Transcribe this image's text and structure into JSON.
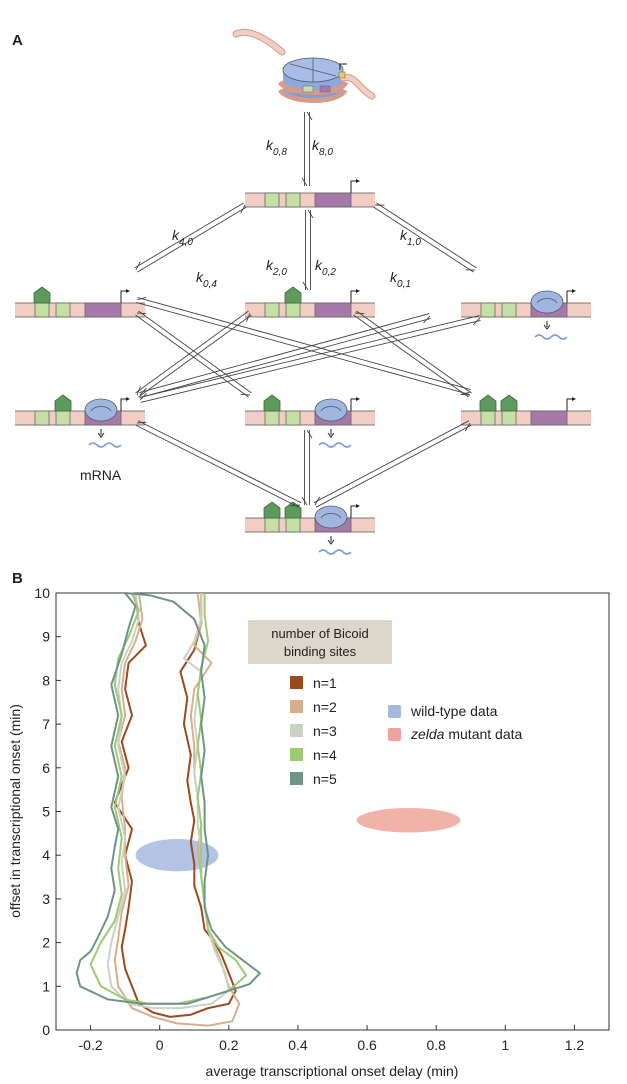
{
  "panels": {
    "a_label": "A",
    "b_label": "B"
  },
  "panel_a": {
    "rates": [
      {
        "k": "k",
        "sub": "0,8",
        "id": "k08"
      },
      {
        "k": "k",
        "sub": "8,0",
        "id": "k80"
      },
      {
        "k": "k",
        "sub": "4,0",
        "id": "k40"
      },
      {
        "k": "k",
        "sub": "0,4",
        "id": "k04"
      },
      {
        "k": "k",
        "sub": "2,0",
        "id": "k20"
      },
      {
        "k": "k",
        "sub": "0,2",
        "id": "k02"
      },
      {
        "k": "k",
        "sub": "1,0",
        "id": "k10"
      },
      {
        "k": "k",
        "sub": "0,1",
        "id": "k01"
      }
    ],
    "mrna_label": "mRNA",
    "colors": {
      "dna": "#f2cdc4",
      "site": "#c5e0a5",
      "promoter": "#a779a9",
      "bicoid": "#5e9a5e",
      "polymerase": "#9fb7e0",
      "mrna": "#7da0d8"
    }
  },
  "chart_data": {
    "type": "line",
    "title": "",
    "xlabel": "average transcriptional onset delay (min)",
    "ylabel": "offset in transcriptional onset (min)",
    "xlim": [
      -0.3,
      1.3
    ],
    "ylim": [
      0,
      10
    ],
    "xticks": [
      -0.2,
      0,
      0.2,
      0.4,
      0.6,
      0.8,
      1,
      1.2
    ],
    "xtick_labels": [
      "-0.2",
      "0",
      "0.2",
      "0.4",
      "0.6",
      "0.8",
      "1",
      "1.2"
    ],
    "yticks": [
      0,
      1,
      2,
      3,
      4,
      5,
      6,
      7,
      8,
      9,
      10
    ],
    "ytick_labels": [
      "0",
      "1",
      "2",
      "3",
      "4",
      "5",
      "6",
      "7",
      "8",
      "9",
      "10"
    ],
    "grid": false,
    "legend_title": "number of Bicoid binding sites",
    "legend_title_lines": [
      "number of Bicoid",
      "binding sites"
    ],
    "legend_placement": "top-center",
    "series": [
      {
        "name": "n=1",
        "color": "#9b4a1c",
        "points": [
          [
            -0.07,
            10
          ],
          [
            -0.06,
            9.3
          ],
          [
            -0.04,
            8.8
          ],
          [
            -0.09,
            8.4
          ],
          [
            -0.1,
            7.8
          ],
          [
            -0.08,
            7.2
          ],
          [
            -0.11,
            6.6
          ],
          [
            -0.09,
            6.0
          ],
          [
            -0.13,
            5.2
          ],
          [
            -0.08,
            4.6
          ],
          [
            -0.1,
            4.0
          ],
          [
            -0.08,
            3.4
          ],
          [
            -0.09,
            2.8
          ],
          [
            -0.1,
            2.3
          ],
          [
            -0.11,
            1.9
          ],
          [
            -0.1,
            1.4
          ],
          [
            -0.08,
            1.0
          ],
          [
            -0.06,
            0.6
          ],
          [
            -0.02,
            0.4
          ],
          [
            0.03,
            0.3
          ],
          [
            0.09,
            0.35
          ],
          [
            0.14,
            0.5
          ],
          [
            0.2,
            0.6
          ],
          [
            0.22,
            0.9
          ],
          [
            0.2,
            1.3
          ],
          [
            0.18,
            1.7
          ],
          [
            0.16,
            2.0
          ],
          [
            0.13,
            2.3
          ],
          [
            0.12,
            2.8
          ],
          [
            0.1,
            3.3
          ],
          [
            0.1,
            3.8
          ],
          [
            0.09,
            4.3
          ],
          [
            0.1,
            4.8
          ],
          [
            0.09,
            5.2
          ],
          [
            0.08,
            5.7
          ],
          [
            0.09,
            6.3
          ],
          [
            0.07,
            7.0
          ],
          [
            0.08,
            7.6
          ],
          [
            0.06,
            8.2
          ],
          [
            0.1,
            8.7
          ],
          [
            0.12,
            9.3
          ],
          [
            0.12,
            10
          ]
        ]
      },
      {
        "name": "n=2",
        "color": "#d9ae8d",
        "points": [
          [
            -0.06,
            10
          ],
          [
            -0.05,
            9.4
          ],
          [
            -0.07,
            8.9
          ],
          [
            -0.1,
            8.4
          ],
          [
            -0.11,
            7.8
          ],
          [
            -0.1,
            7.2
          ],
          [
            -0.12,
            6.6
          ],
          [
            -0.1,
            6.0
          ],
          [
            -0.11,
            5.3
          ],
          [
            -0.1,
            4.6
          ],
          [
            -0.1,
            4.0
          ],
          [
            -0.09,
            3.3
          ],
          [
            -0.11,
            2.7
          ],
          [
            -0.12,
            2.1
          ],
          [
            -0.13,
            1.6
          ],
          [
            -0.12,
            1.0
          ],
          [
            -0.08,
            0.5
          ],
          [
            -0.02,
            0.3
          ],
          [
            0.05,
            0.15
          ],
          [
            0.14,
            0.1
          ],
          [
            0.21,
            0.2
          ],
          [
            0.23,
            0.6
          ],
          [
            0.2,
            1.0
          ],
          [
            0.18,
            1.5
          ],
          [
            0.16,
            1.9
          ],
          [
            0.14,
            2.3
          ],
          [
            0.13,
            2.9
          ],
          [
            0.12,
            3.5
          ],
          [
            0.11,
            4.1
          ],
          [
            0.12,
            4.7
          ],
          [
            0.11,
            5.3
          ],
          [
            0.1,
            5.9
          ],
          [
            0.1,
            6.5
          ],
          [
            0.09,
            7.2
          ],
          [
            0.1,
            7.8
          ],
          [
            0.15,
            8.4
          ],
          [
            0.1,
            8.8
          ],
          [
            0.12,
            9.3
          ],
          [
            0.11,
            10
          ]
        ]
      },
      {
        "name": "n=3",
        "color": "#c8d3c5",
        "points": [
          [
            -0.07,
            10
          ],
          [
            -0.06,
            9.4
          ],
          [
            -0.08,
            8.9
          ],
          [
            -0.11,
            8.4
          ],
          [
            -0.12,
            7.8
          ],
          [
            -0.11,
            7.2
          ],
          [
            -0.12,
            6.5
          ],
          [
            -0.1,
            5.8
          ],
          [
            -0.12,
            5.1
          ],
          [
            -0.1,
            4.4
          ],
          [
            -0.11,
            3.8
          ],
          [
            -0.1,
            3.2
          ],
          [
            -0.12,
            2.6
          ],
          [
            -0.14,
            2.0
          ],
          [
            -0.15,
            1.5
          ],
          [
            -0.14,
            1.0
          ],
          [
            -0.09,
            0.6
          ],
          [
            -0.02,
            0.5
          ],
          [
            0.06,
            0.5
          ],
          [
            0.15,
            0.6
          ],
          [
            0.2,
            0.9
          ],
          [
            0.19,
            1.3
          ],
          [
            0.16,
            1.8
          ],
          [
            0.14,
            2.3
          ],
          [
            0.13,
            2.9
          ],
          [
            0.12,
            3.5
          ],
          [
            0.12,
            4.1
          ],
          [
            0.11,
            4.7
          ],
          [
            0.11,
            5.3
          ],
          [
            0.1,
            5.9
          ],
          [
            0.11,
            6.5
          ],
          [
            0.1,
            7.1
          ],
          [
            0.11,
            7.7
          ],
          [
            0.12,
            8.2
          ],
          [
            0.07,
            8.5
          ],
          [
            0.1,
            8.9
          ],
          [
            0.12,
            9.4
          ],
          [
            0.12,
            10
          ]
        ]
      },
      {
        "name": "n=4",
        "color": "#9ccb74",
        "points": [
          [
            -0.08,
            10
          ],
          [
            -0.06,
            9.6
          ],
          [
            -0.09,
            9.0
          ],
          [
            -0.12,
            8.5
          ],
          [
            -0.13,
            7.9
          ],
          [
            -0.11,
            7.2
          ],
          [
            -0.13,
            6.5
          ],
          [
            -0.11,
            5.8
          ],
          [
            -0.13,
            5.1
          ],
          [
            -0.11,
            4.4
          ],
          [
            -0.12,
            3.7
          ],
          [
            -0.11,
            3.1
          ],
          [
            -0.13,
            2.5
          ],
          [
            -0.17,
            2.0
          ],
          [
            -0.2,
            1.5
          ],
          [
            -0.17,
            1.0
          ],
          [
            -0.1,
            0.7
          ],
          [
            -0.03,
            0.6
          ],
          [
            0.05,
            0.6
          ],
          [
            0.14,
            0.75
          ],
          [
            0.2,
            0.9
          ],
          [
            0.25,
            1.25
          ],
          [
            0.22,
            1.6
          ],
          [
            0.17,
            1.9
          ],
          [
            0.14,
            2.3
          ],
          [
            0.13,
            2.9
          ],
          [
            0.12,
            3.5
          ],
          [
            0.12,
            4.1
          ],
          [
            0.12,
            4.7
          ],
          [
            0.11,
            5.3
          ],
          [
            0.12,
            5.9
          ],
          [
            0.11,
            6.5
          ],
          [
            0.12,
            7.1
          ],
          [
            0.11,
            7.7
          ],
          [
            0.12,
            8.3
          ],
          [
            0.14,
            8.9
          ],
          [
            0.13,
            9.5
          ],
          [
            0.13,
            10
          ]
        ]
      },
      {
        "name": "n=5",
        "color": "#6e9488",
        "points": [
          [
            -0.1,
            10
          ],
          [
            -0.07,
            9.7
          ],
          [
            -0.09,
            9.2
          ],
          [
            -0.11,
            8.6
          ],
          [
            -0.14,
            7.9
          ],
          [
            -0.12,
            7.2
          ],
          [
            -0.14,
            6.5
          ],
          [
            -0.12,
            5.8
          ],
          [
            -0.14,
            5.1
          ],
          [
            -0.12,
            4.6
          ],
          [
            -0.13,
            4.2
          ],
          [
            -0.14,
            3.7
          ],
          [
            -0.13,
            3.2
          ],
          [
            -0.15,
            2.6
          ],
          [
            -0.18,
            2.1
          ],
          [
            -0.2,
            1.8
          ],
          [
            -0.23,
            1.6
          ],
          [
            -0.24,
            1.3
          ],
          [
            -0.23,
            1.0
          ],
          [
            -0.15,
            0.7
          ],
          [
            -0.05,
            0.6
          ],
          [
            0.08,
            0.6
          ],
          [
            0.18,
            0.85
          ],
          [
            0.26,
            1.05
          ],
          [
            0.29,
            1.3
          ],
          [
            0.24,
            1.6
          ],
          [
            0.19,
            1.9
          ],
          [
            0.15,
            2.3
          ],
          [
            0.13,
            2.8
          ],
          [
            0.13,
            3.4
          ],
          [
            0.14,
            4.0
          ],
          [
            0.13,
            4.6
          ],
          [
            0.13,
            5.2
          ],
          [
            0.12,
            5.8
          ],
          [
            0.13,
            6.4
          ],
          [
            0.12,
            7.0
          ],
          [
            0.13,
            7.6
          ],
          [
            0.12,
            8.2
          ],
          [
            0.13,
            8.8
          ],
          [
            0.1,
            9.4
          ],
          [
            0.04,
            9.8
          ],
          [
            -0.03,
            9.95
          ],
          [
            -0.1,
            10
          ]
        ]
      }
    ],
    "annotations": [
      {
        "name": "wild-type data",
        "color": "#a4b9e0",
        "cx": 0.05,
        "cy": 4.0,
        "rx": 0.12,
        "ry": 0.37
      },
      {
        "name": "zelda mutant data",
        "color": "#eda49a",
        "cx": 0.72,
        "cy": 4.8,
        "rx": 0.15,
        "ry": 0.28
      }
    ],
    "annotation_labels": [
      {
        "pre": "",
        "em": "",
        "post": "wild-type data"
      },
      {
        "pre": "",
        "em": "zelda",
        "post": " mutant data"
      }
    ]
  }
}
